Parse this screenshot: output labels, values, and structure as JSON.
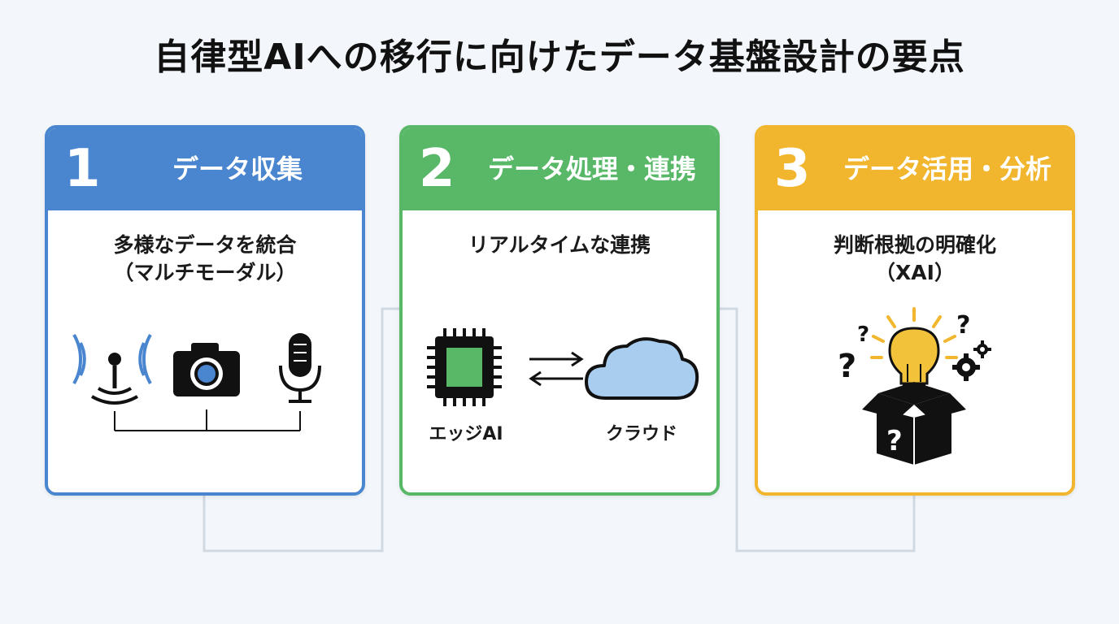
{
  "title": "自律型AIへの移行に向けたデータ基盤設計の要点",
  "cards": [
    {
      "number": "1",
      "title": "データ収集",
      "subtitle_line1": "多様なデータを統合",
      "subtitle_line2": "（マルチモーダル）",
      "color": "#4a86cf",
      "icons": [
        "antenna-icon",
        "camera-icon",
        "microphone-icon"
      ]
    },
    {
      "number": "2",
      "title": "データ処理・連携",
      "subtitle_line1": "リアルタイムな連携",
      "color": "#58b868",
      "icons": [
        "chip-icon",
        "exchange-arrows-icon",
        "cloud-icon"
      ],
      "label_left": "エッジAI",
      "label_right": "クラウド"
    },
    {
      "number": "3",
      "title": "データ活用・分析",
      "subtitle_line1": "判断根拠の明確化",
      "subtitle_line2": "（XAI）",
      "color": "#f2b52e",
      "icons": [
        "lightbulb-icon",
        "question-box-icon",
        "gear-icon"
      ]
    }
  ]
}
